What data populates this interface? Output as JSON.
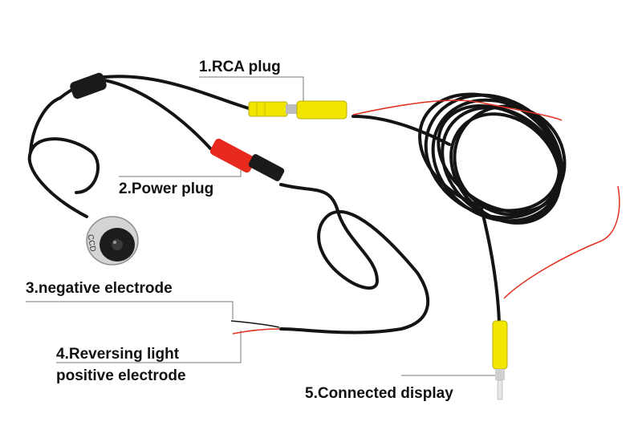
{
  "image": {
    "description_colors": {
      "background": "#ffffff",
      "cable": "#141414",
      "rca_yellow": "#f2e600",
      "power_red": "#e82a1e",
      "wire_red": "#e0301e",
      "camera_silver": "#c9c9c9",
      "leader_line": "#7a7a7a"
    }
  },
  "labels": {
    "rca_plug": "1.RCA plug",
    "power_plug": "2.Power plug",
    "negative_electrode": "3.negative electrode",
    "reversing_light_line1": "4.Reversing light",
    "reversing_light_line2": "positive electrode",
    "connected_display": "5.Connected display"
  },
  "camera_text": "CCD"
}
